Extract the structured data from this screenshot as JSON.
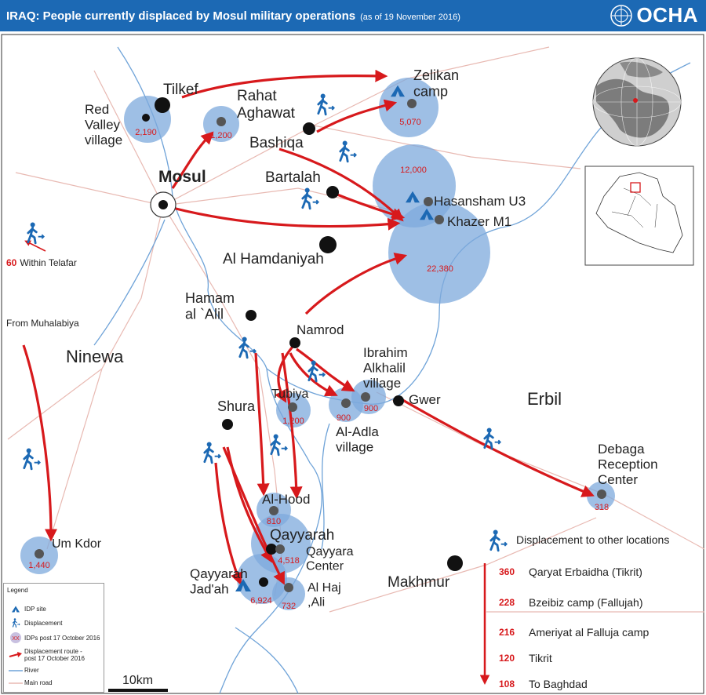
{
  "header": {
    "title": "IRAQ: People currently displaced by Mosul military operations",
    "date": "(as of 19 November 2016)",
    "org": "OCHA"
  },
  "colors": {
    "header": "#1c69b4",
    "circle": "#7ea9dc",
    "arrow": "#d7191c",
    "river": "#6fa3d8",
    "road": "#e6b7b0"
  },
  "places": {
    "tilkef": "Tilkef",
    "red_valley": "Red\nValley\nvillage",
    "rahat": "Rahat\nAghawat",
    "bashiqa": "Bashiqa",
    "zelikan": "Zelikan\ncamp",
    "mosul": "Mosul",
    "bartalah": "Bartalah",
    "hasansham": "Hasansham U3",
    "khazer": "Khazer M1",
    "hamdaniyah": "Al Hamdaniyah",
    "hamam": "Hamam\nal `Alil",
    "namrod": "Namrod",
    "ibrahim": "Ibrahim\nAlkhalil\nvillage",
    "gwer": "Gwer",
    "erbil": "Erbil",
    "ninewa": "Ninewa",
    "tubiya": "Tubiya",
    "shura": "Shura",
    "al_adla": "Al-Adla\nvillage",
    "debaga": "Debaga\nReception\nCenter",
    "al_hood": "Al-Hood",
    "qayyarah": "Qayyarah",
    "qayyara_center": "Qayyara\nCenter",
    "qayyarah_jadah": "Qayyarah\nJad'ah",
    "al_haj_ali": "Al Haj\n,Ali",
    "makhmur": "Makhmur",
    "um_kdor": "Um Kdor",
    "from_muhalabiya": "From Muhalabiya",
    "within_telafar": "Within Telafar",
    "within_telafar_num": "60"
  },
  "idp_counts": {
    "red_valley": "2,190",
    "rahat": "1,200",
    "zelikan": "5,070",
    "hasansham": "12,000",
    "khazer": "22,380",
    "tubiya": "1,200",
    "al_adla": "900",
    "ibrahim": "900",
    "debaga": "318",
    "al_hood": "810",
    "qayyarah": "4,518",
    "jadah": "6,924",
    "haj_ali": "732",
    "um_kdor": "1,440"
  },
  "other_locations": {
    "title": "Displacement to other locations",
    "items": [
      {
        "num": "360",
        "name": "Qaryat Erbaidha (Tikrit)"
      },
      {
        "num": "228",
        "name": "Bzeibiz camp (Fallujah)"
      },
      {
        "num": "216",
        "name": "Ameriyat al Falluja camp"
      },
      {
        "num": "120",
        "name": "Tikrit"
      },
      {
        "num": "108",
        "name": "To Baghdad"
      }
    ]
  },
  "scale": "10km",
  "legend": {
    "title": "Legend",
    "idp_site": "IDP site",
    "displacement": "Displacement",
    "xx": "XX",
    "idps_post": "IDPs post 17 October 2016",
    "route": "Displacement route -\npost 17 October 2016",
    "river": "River",
    "road": "Main road"
  }
}
